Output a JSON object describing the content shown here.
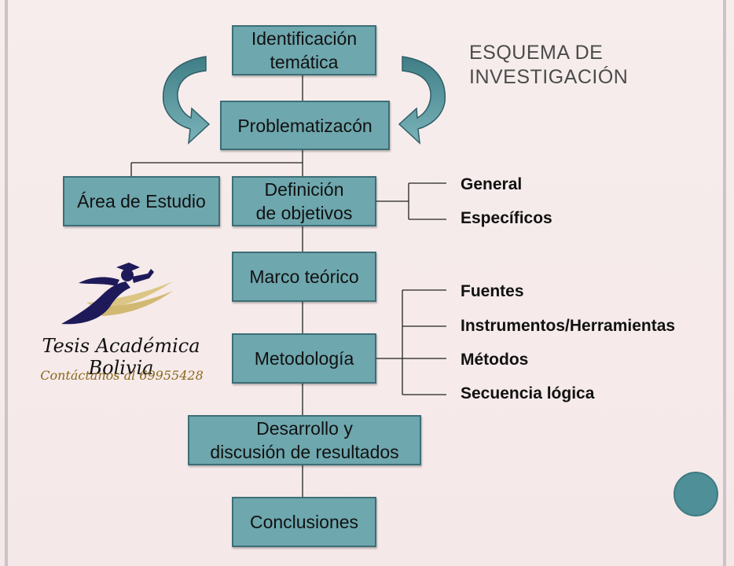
{
  "title": {
    "line1": "ESQUEMA DE",
    "line2": "INVESTIGACIÓN"
  },
  "nodes": {
    "identificacion": {
      "line1": "Identificación",
      "line2": "temática"
    },
    "problematizacion": "Problematizacón",
    "area": "Área de Estudio",
    "definicion": {
      "line1": "Definición",
      "line2": "de objetivos"
    },
    "marco": "Marco teórico",
    "metodologia": "Metodología",
    "desarrollo": {
      "line1": "Desarrollo y",
      "line2": "discusión de resultados"
    },
    "conclusiones": "Conclusiones"
  },
  "objetivos": [
    "General",
    "Específicos"
  ],
  "metodologia_items": [
    "Fuentes",
    "Instrumentos/Herramientas",
    "Métodos",
    "Secuencia lógica"
  ],
  "logo": {
    "brand": "Tesis Académica Bolivia",
    "contact": "Contáctanos al 69955428"
  },
  "colors": {
    "box_fill": "#6ea7ae",
    "box_border": "#3d6e76",
    "arrow": "#4b8a92",
    "accent_circle": "#4e8f98"
  }
}
